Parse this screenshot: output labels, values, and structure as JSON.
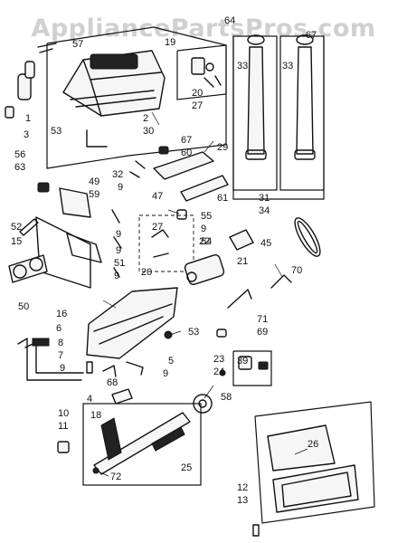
{
  "watermark": "AppliancePartsPros.com",
  "callouts": [
    {
      "id": "c64",
      "text": "64"
    },
    {
      "id": "c57",
      "text": "57"
    },
    {
      "id": "c19",
      "text": "19"
    },
    {
      "id": "c67a",
      "text": "67"
    },
    {
      "id": "c33a",
      "text": "33"
    },
    {
      "id": "c33b",
      "text": "33"
    },
    {
      "id": "c1",
      "text": "1"
    },
    {
      "id": "c2",
      "text": "2"
    },
    {
      "id": "c30",
      "text": "30"
    },
    {
      "id": "c3",
      "text": "3"
    },
    {
      "id": "c53a",
      "text": "53"
    },
    {
      "id": "c20a",
      "text": "20"
    },
    {
      "id": "c27a",
      "text": "27"
    },
    {
      "id": "c56",
      "text": "56"
    },
    {
      "id": "c63",
      "text": "63"
    },
    {
      "id": "c67b",
      "text": "67"
    },
    {
      "id": "c60",
      "text": "60"
    },
    {
      "id": "c29",
      "text": "29"
    },
    {
      "id": "c32",
      "text": "32"
    },
    {
      "id": "c9a",
      "text": "9"
    },
    {
      "id": "c47",
      "text": "47"
    },
    {
      "id": "c61",
      "text": "61"
    },
    {
      "id": "c49",
      "text": "49"
    },
    {
      "id": "c59",
      "text": "59"
    },
    {
      "id": "c31",
      "text": "31"
    },
    {
      "id": "c34",
      "text": "34"
    },
    {
      "id": "c55",
      "text": "55"
    },
    {
      "id": "c9b",
      "text": "9"
    },
    {
      "id": "c54",
      "text": "54"
    },
    {
      "id": "c52",
      "text": "52"
    },
    {
      "id": "c27b",
      "text": "27"
    },
    {
      "id": "c22",
      "text": "22"
    },
    {
      "id": "c45",
      "text": "45"
    },
    {
      "id": "c15",
      "text": "15"
    },
    {
      "id": "c9c",
      "text": "9"
    },
    {
      "id": "c9d",
      "text": "9"
    },
    {
      "id": "c21",
      "text": "21"
    },
    {
      "id": "c51",
      "text": "51"
    },
    {
      "id": "c9e",
      "text": "9"
    },
    {
      "id": "c20b",
      "text": "20"
    },
    {
      "id": "c70",
      "text": "70"
    },
    {
      "id": "c50",
      "text": "50"
    },
    {
      "id": "c16",
      "text": "16"
    },
    {
      "id": "c6",
      "text": "6"
    },
    {
      "id": "c71",
      "text": "71"
    },
    {
      "id": "c69",
      "text": "69"
    },
    {
      "id": "c53b",
      "text": "53"
    },
    {
      "id": "c8",
      "text": "8"
    },
    {
      "id": "c7",
      "text": "7"
    },
    {
      "id": "c23",
      "text": "23"
    },
    {
      "id": "c24",
      "text": "24"
    },
    {
      "id": "c39",
      "text": "39"
    },
    {
      "id": "c9f",
      "text": "9"
    },
    {
      "id": "c5",
      "text": "5"
    },
    {
      "id": "c68",
      "text": "68"
    },
    {
      "id": "c9g",
      "text": "9"
    },
    {
      "id": "c4",
      "text": "4"
    },
    {
      "id": "c10",
      "text": "10"
    },
    {
      "id": "c11",
      "text": "11"
    },
    {
      "id": "c18",
      "text": "18"
    },
    {
      "id": "c58",
      "text": "58"
    },
    {
      "id": "c26",
      "text": "26"
    },
    {
      "id": "c25",
      "text": "25"
    },
    {
      "id": "c72",
      "text": "72"
    },
    {
      "id": "c12",
      "text": "12"
    },
    {
      "id": "c13",
      "text": "13"
    }
  ]
}
